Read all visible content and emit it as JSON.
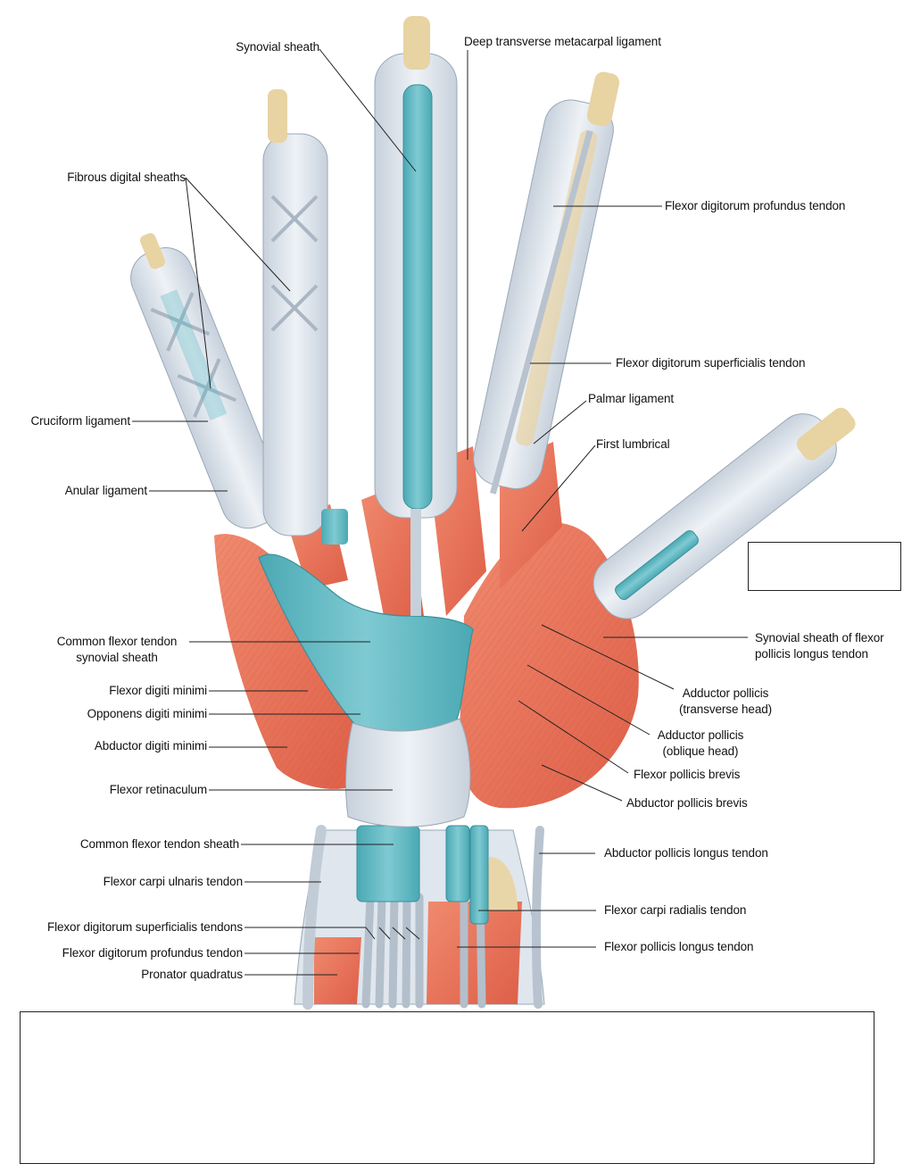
{
  "labels": {
    "synovial_sheath": "Synovial sheath",
    "deep_transverse_metacarpal_ligament": "Deep transverse metacarpal ligament",
    "fibrous_digital_sheaths": "Fibrous digital sheaths",
    "fdp_tendon_top": "Flexor digitorum profundus tendon",
    "fds_tendon_top": "Flexor digitorum superficialis tendon",
    "palmar_ligament": "Palmar ligament",
    "cruciform_ligament": "Cruciform ligament",
    "first_lumbrical": "First lumbrical",
    "anular_ligament": "Anular ligament",
    "common_flexor_tendon_synovial_sheath": "Common flexor tendon\nsynovial sheath",
    "synovial_sheath_fpl": "Synovial sheath of flexor\npollicis longus tendon",
    "flexor_digiti_minimi": "Flexor digiti minimi",
    "adductor_pollicis_transverse": "Adductor pollicis\n(transverse head)",
    "opponens_digiti_minimi": "Opponens digiti minimi",
    "adductor_pollicis_oblique": "Adductor pollicis\n(oblique head)",
    "abductor_digiti_minimi": "Abductor digiti minimi",
    "flexor_pollicis_brevis": "Flexor pollicis brevis",
    "flexor_retinaculum": "Flexor retinaculum",
    "abductor_pollicis_brevis": "Abductor pollicis brevis",
    "common_flexor_tendon_sheath": "Common flexor tendon sheath",
    "abductor_pollicis_longus_tendon": "Abductor pollicis longus tendon",
    "flexor_carpi_ulnaris_tendon": "Flexor carpi ulnaris tendon",
    "flexor_carpi_radialis_tendon": "Flexor carpi radialis tendon",
    "fds_tendons_bottom": "Flexor digitorum superficialis tendons",
    "fdp_tendon_bottom": "Flexor digitorum profundus tendon",
    "flexor_pollicis_longus_tendon": "Flexor pollicis longus tendon",
    "pronator_quadratus": "Pronator quadratus"
  },
  "colors": {
    "muscle": "#e8735a",
    "synovial": "#5fb8c2",
    "ligament": "#d4dde6",
    "bone": "#e8d3a2",
    "leader_line": "#222222"
  }
}
